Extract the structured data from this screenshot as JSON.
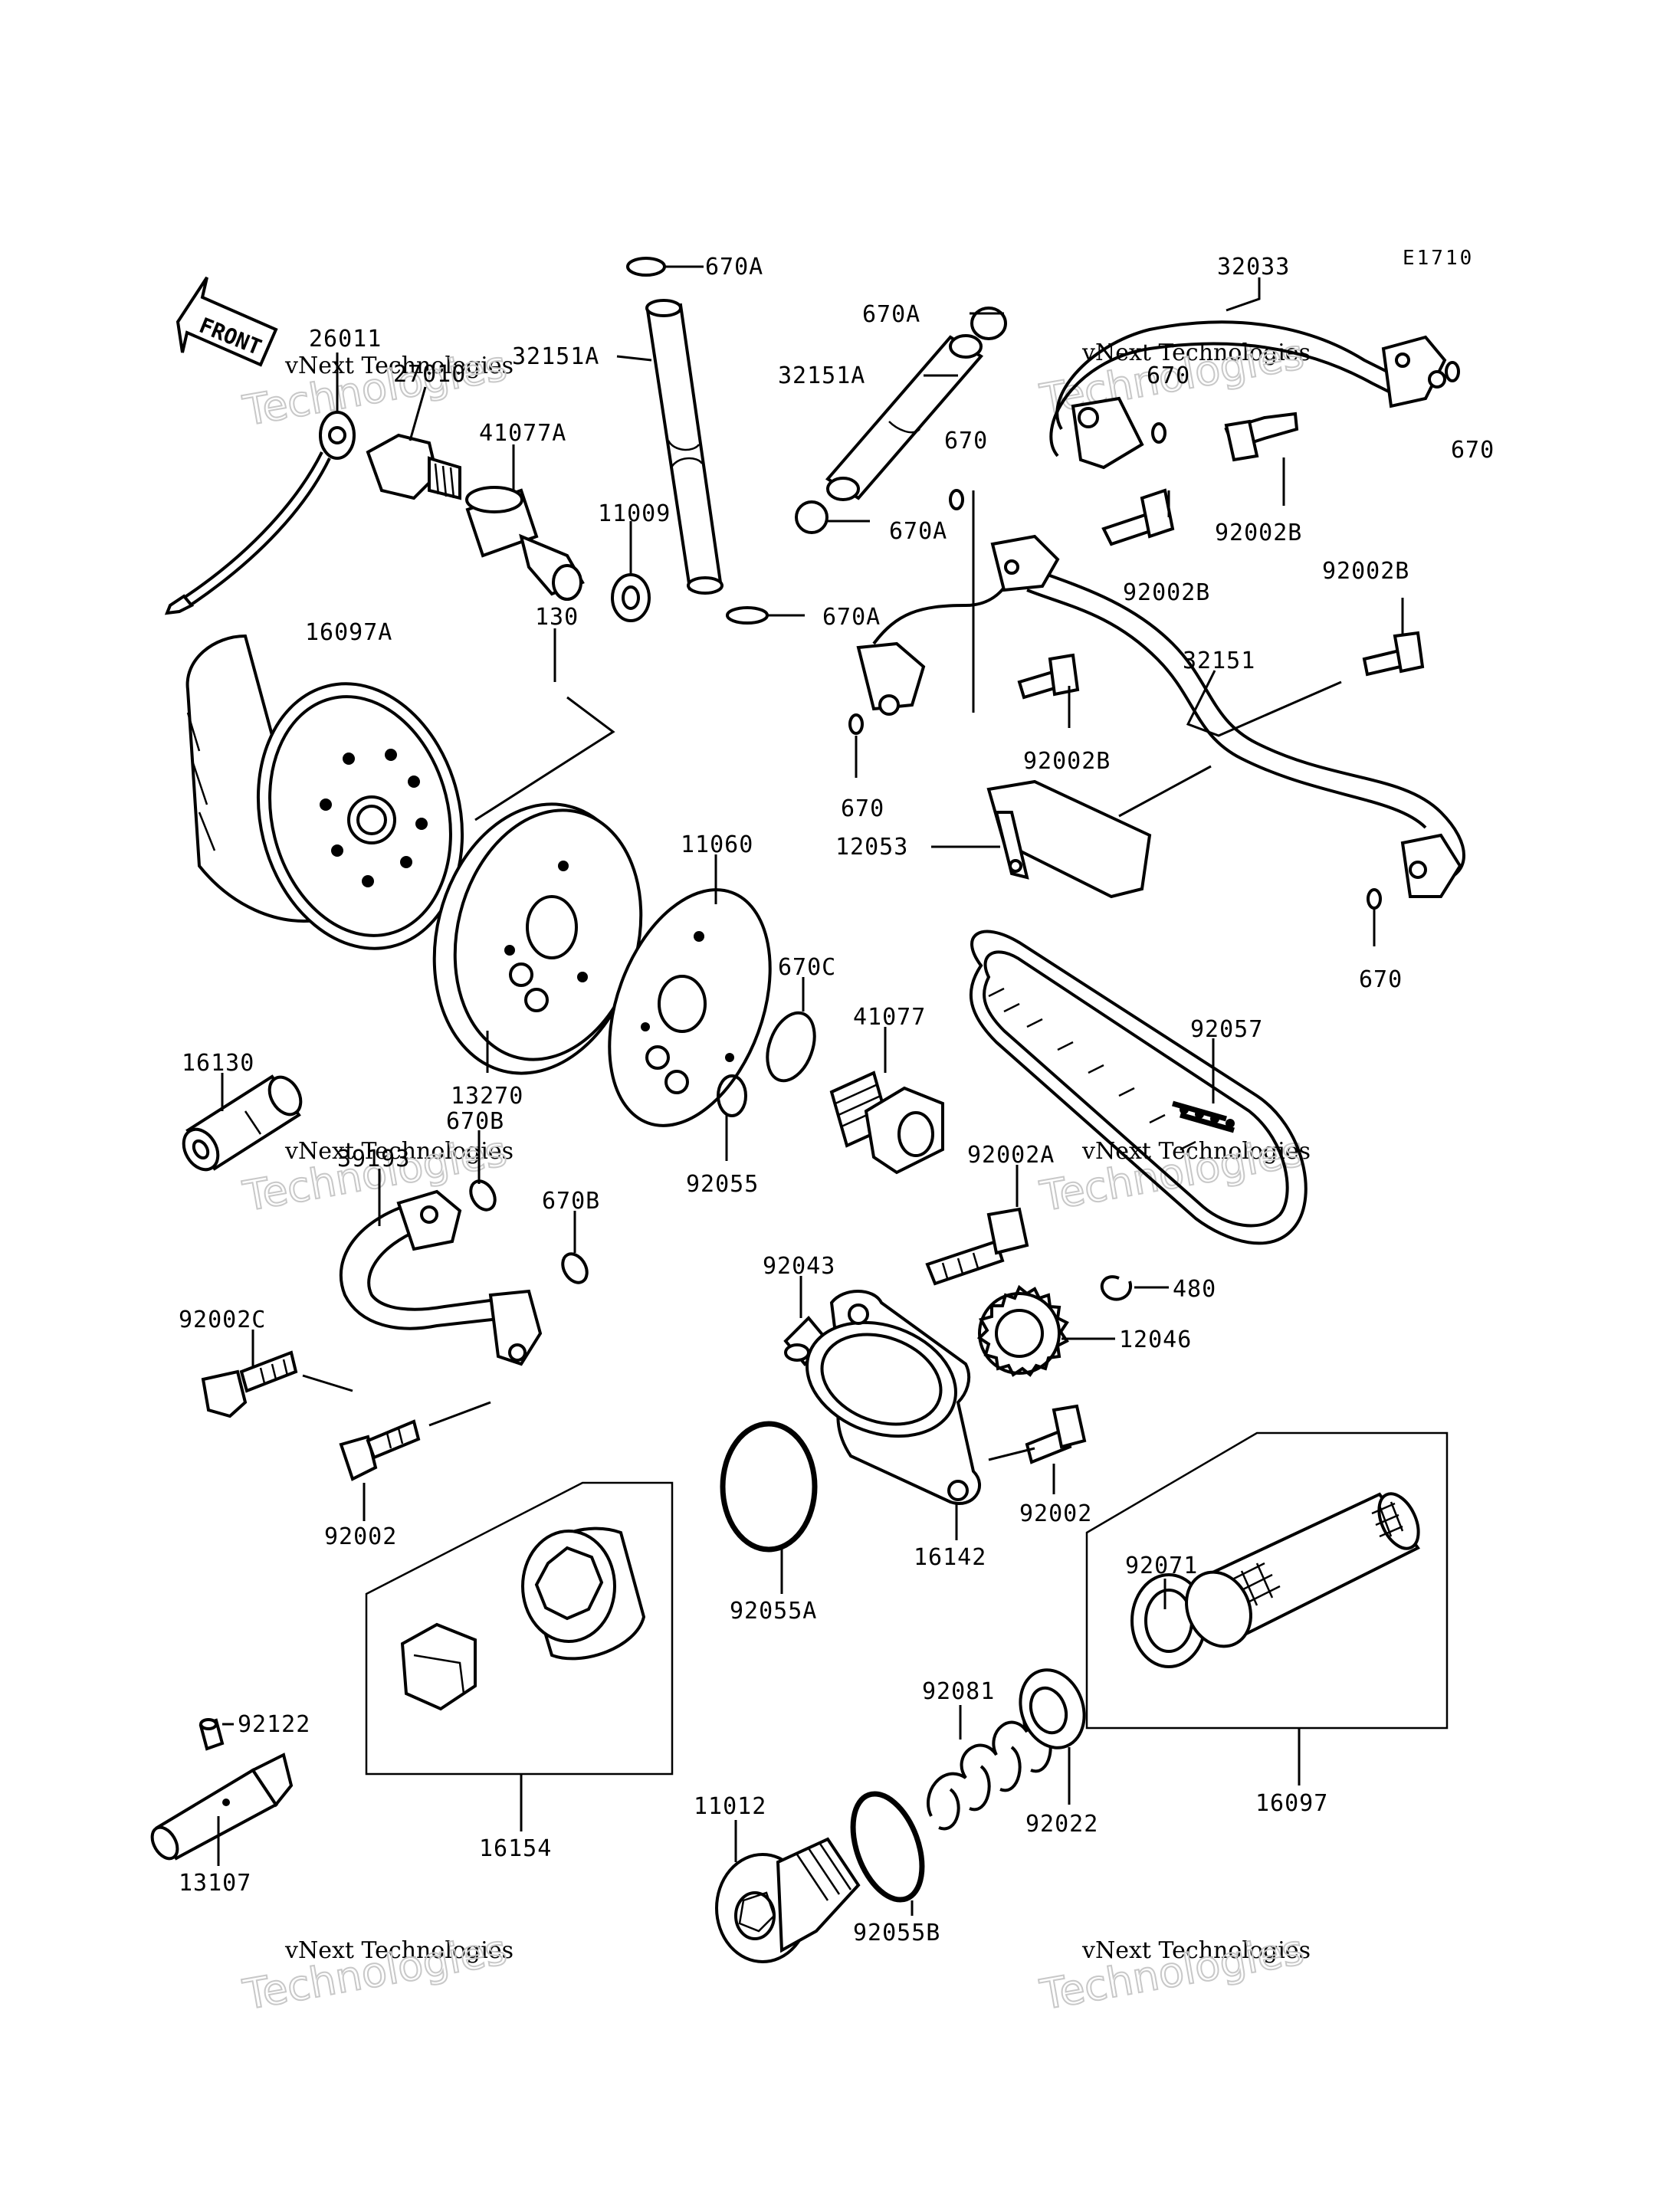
{
  "diagram": {
    "code": "E1710",
    "front_arrow": "FRONT",
    "watermark": {
      "line1": "vNext Technologies",
      "line2": "Technologies"
    },
    "labels": [
      {
        "id": "l-670A-top",
        "text": "670A"
      },
      {
        "id": "l-670A-2",
        "text": "670A"
      },
      {
        "id": "l-32033",
        "text": "32033"
      },
      {
        "id": "l-26011",
        "text": "26011"
      },
      {
        "id": "l-27010",
        "text": "27010"
      },
      {
        "id": "l-32151A-1",
        "text": "32151A"
      },
      {
        "id": "l-32151A-2",
        "text": "32151A"
      },
      {
        "id": "l-670-a",
        "text": "670"
      },
      {
        "id": "l-670-b",
        "text": "670"
      },
      {
        "id": "l-670-c",
        "text": "670"
      },
      {
        "id": "l-41077A",
        "text": "41077A"
      },
      {
        "id": "l-11009",
        "text": "11009"
      },
      {
        "id": "l-670A-3",
        "text": "670A"
      },
      {
        "id": "l-92002B-1",
        "text": "92002B"
      },
      {
        "id": "l-92002B-2",
        "text": "92002B"
      },
      {
        "id": "l-92002B-3",
        "text": "92002B"
      },
      {
        "id": "l-670A-4",
        "text": "670A"
      },
      {
        "id": "l-130",
        "text": "130"
      },
      {
        "id": "l-16097A",
        "text": "16097A"
      },
      {
        "id": "l-32151",
        "text": "32151"
      },
      {
        "id": "l-92002B-4",
        "text": "92002B"
      },
      {
        "id": "l-670-d",
        "text": "670"
      },
      {
        "id": "l-12053",
        "text": "12053"
      },
      {
        "id": "l-11060",
        "text": "11060"
      },
      {
        "id": "l-670C",
        "text": "670C"
      },
      {
        "id": "l-41077",
        "text": "41077"
      },
      {
        "id": "l-670-e",
        "text": "670"
      },
      {
        "id": "l-92057",
        "text": "92057"
      },
      {
        "id": "l-16130",
        "text": "16130"
      },
      {
        "id": "l-13270",
        "text": "13270"
      },
      {
        "id": "l-670B-1",
        "text": "670B"
      },
      {
        "id": "l-39193",
        "text": "39193"
      },
      {
        "id": "l-92055",
        "text": "92055"
      },
      {
        "id": "l-92002A",
        "text": "92002A"
      },
      {
        "id": "l-670B-2",
        "text": "670B"
      },
      {
        "id": "l-92043",
        "text": "92043"
      },
      {
        "id": "l-480",
        "text": "480"
      },
      {
        "id": "l-92002C",
        "text": "92002C"
      },
      {
        "id": "l-12046",
        "text": "12046"
      },
      {
        "id": "l-92002-1",
        "text": "92002"
      },
      {
        "id": "l-92002-2",
        "text": "92002"
      },
      {
        "id": "l-16142",
        "text": "16142"
      },
      {
        "id": "l-92055A",
        "text": "92055A"
      },
      {
        "id": "l-92071",
        "text": "92071"
      },
      {
        "id": "l-92081",
        "text": "92081"
      },
      {
        "id": "l-92122",
        "text": "92122"
      },
      {
        "id": "l-11012",
        "text": "11012"
      },
      {
        "id": "l-92022",
        "text": "92022"
      },
      {
        "id": "l-16097",
        "text": "16097"
      },
      {
        "id": "l-16154",
        "text": "16154"
      },
      {
        "id": "l-13107",
        "text": "13107"
      },
      {
        "id": "l-92055B",
        "text": "92055B"
      }
    ]
  }
}
